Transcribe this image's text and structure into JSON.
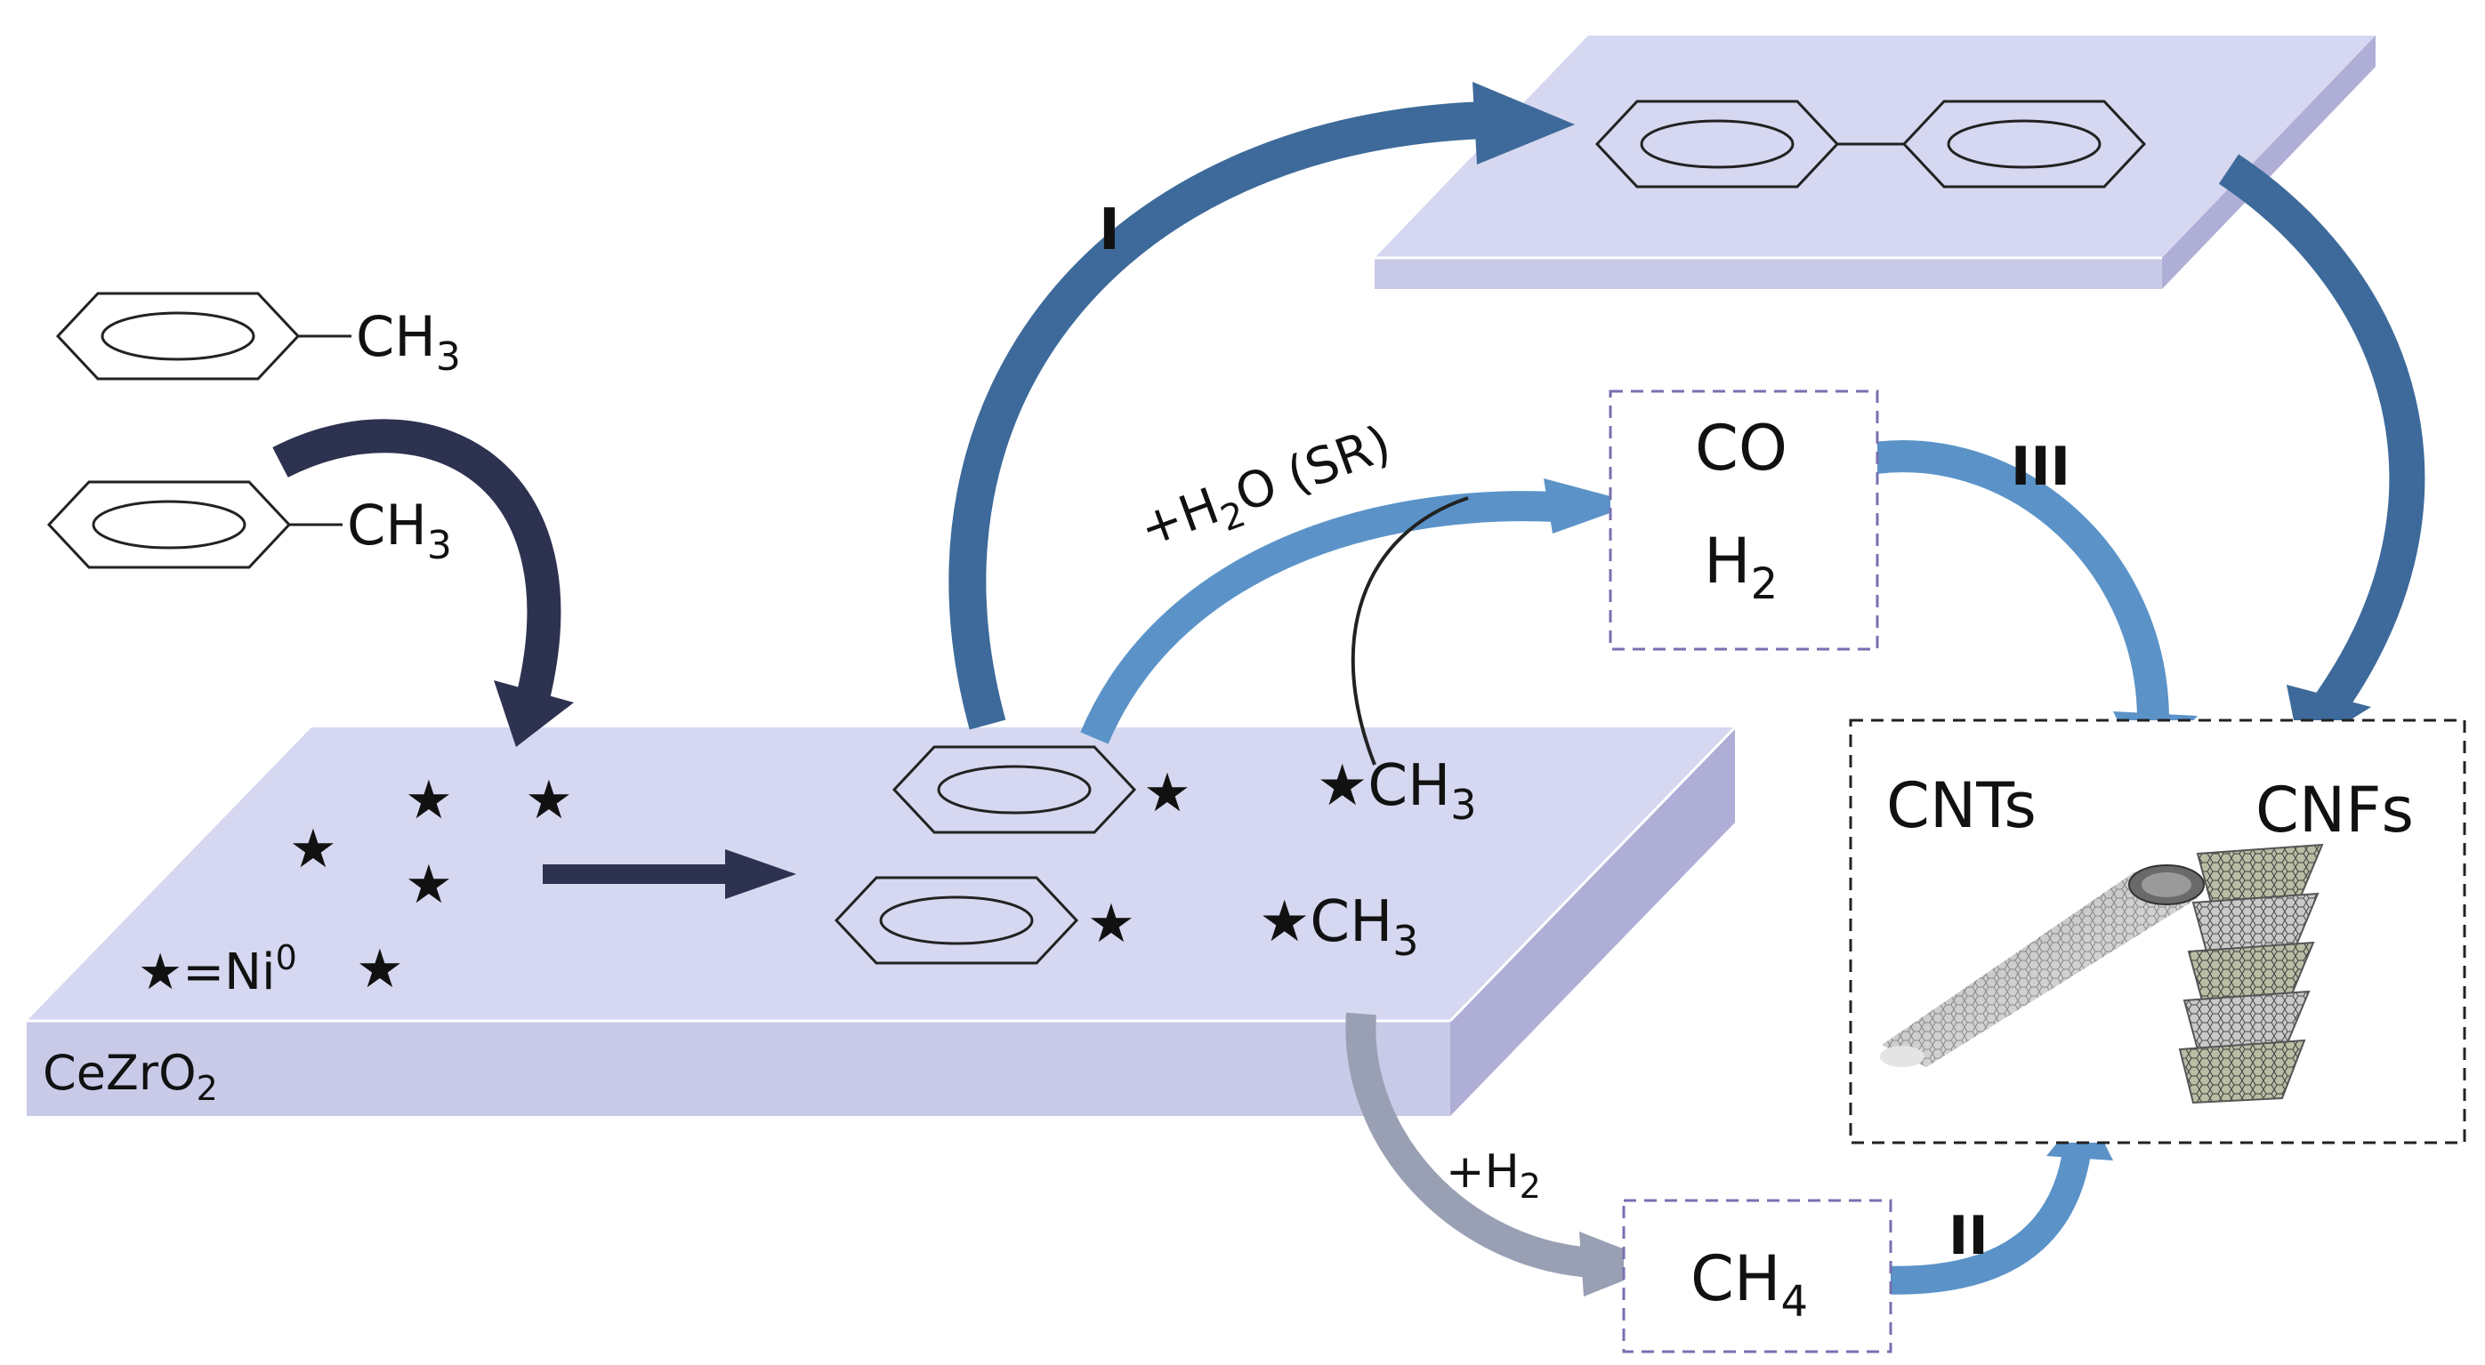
{
  "colors": {
    "plate_top": "#d6d7f0",
    "plate_front": "#c9cae8",
    "plate_side": "#aeaed6",
    "arrow_dark": "#2d3250",
    "arrow_blue_dark": "#3d6a9a",
    "arrow_blue_light": "#5b93c8",
    "arrow_grey": "#9aa0b4",
    "box_purple": "#7a6fb0",
    "box_black": "#222222"
  },
  "labels": {
    "toluene_1_group": "CH",
    "toluene_1_sub": "3",
    "toluene_2_group": "CH",
    "toluene_2_sub": "3",
    "ni_legend_prefix": "★=Ni",
    "ni_legend_sup": "0",
    "support_main": "CeZrO",
    "support_sub": "2",
    "adsorbed_methyl_1": "★CH",
    "adsorbed_methyl_1_sub": "3",
    "adsorbed_methyl_2": "★CH",
    "adsorbed_methyl_2_sub": "3",
    "route_i": "I",
    "route_ii": "II",
    "route_iii": "III",
    "steam_reforming_pre": "+H",
    "steam_reforming_sub": "2",
    "steam_reforming_post": "O (SR)",
    "hydrogenation_pre": "+H",
    "hydrogenation_sub": "2",
    "syngas_co": "CO",
    "syngas_h2_main": "H",
    "syngas_h2_sub": "2",
    "methane_main": "CH",
    "methane_sub": "4",
    "product_cnts": "CNTs",
    "product_cnfs": "CNFs"
  }
}
